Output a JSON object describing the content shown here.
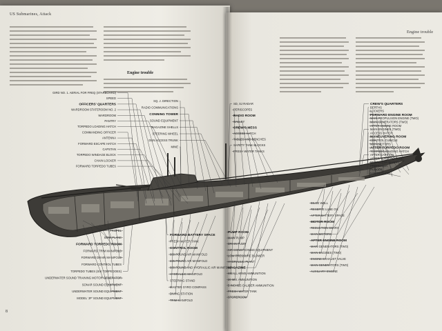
{
  "left_page": {
    "running_head": "US Submarines, Attack",
    "heading": "Engine trouble",
    "page_number": "8"
  },
  "right_page": {
    "running_head": "Engine trouble"
  },
  "diagram": {
    "top_left_labels": [
      {
        "id": "hull-frame",
        "text": "GIRD NO. 1. AERIAL FOR FREQ (STARBOARD)",
        "bold": false
      },
      {
        "id": "fairwater",
        "text": "SPEED",
        "bold": false
      },
      {
        "id": "officers",
        "text": "OFFICERS' QUARTERS",
        "bold": true
      },
      {
        "id": "wardroom-stateroom",
        "text": "WARDROOM STATEROOM NO. 2",
        "bold": false
      },
      {
        "id": "wardroom",
        "text": "WARDROOM",
        "bold": false
      },
      {
        "id": "pantry",
        "text": "PANTRY",
        "bold": false
      },
      {
        "id": "torpedo-loading",
        "text": "TORPEDO LOADING HATCH",
        "bold": false
      },
      {
        "id": "commanding-officer",
        "text": "COMMANDING OFFICER",
        "bold": false
      },
      {
        "id": "antenna",
        "text": "ANTENNA",
        "bold": false
      },
      {
        "id": "fwd-escape",
        "text": "FORWARD ESCAPE HATCH",
        "bold": false
      },
      {
        "id": "capstan",
        "text": "CAPSTAN",
        "bold": false
      },
      {
        "id": "torpedo-racks",
        "text": "TORPEDO WINDAGE BLOCK",
        "bold": false
      },
      {
        "id": "chain-locker",
        "text": "CHAIN LOCKER",
        "bold": false
      },
      {
        "id": "forward-guns",
        "text": "FORWARD TORPEDO TUBES",
        "bold": false
      }
    ],
    "top_mid_labels": [
      {
        "id": "radio-direction",
        "text": "SQ. J. DIRECTION",
        "bold": false
      },
      {
        "id": "radio-comms",
        "text": "RADIO COMMUNICATIONS",
        "bold": false
      },
      {
        "id": "conning-tower",
        "text": "CONNING TOWER",
        "bold": true
      },
      {
        "id": "sound-equip",
        "text": "SOUND EQUIPMENT",
        "bold": false
      },
      {
        "id": "magazine-shells",
        "text": "MAGAZINE SHELLS",
        "bold": false
      },
      {
        "id": "steering-wheel",
        "text": "STEERING WHEEL",
        "bold": false
      },
      {
        "id": "gun-access",
        "text": "GUN ACCESS TRUNK",
        "bold": false
      },
      {
        "id": "mine",
        "text": "MINE",
        "bold": false
      }
    ],
    "top_center_labels": [
      {
        "id": "sd-radar",
        "text": "SD, SJ RADAR",
        "bold": false
      },
      {
        "id": "periscopes",
        "text": "PERISCOPES",
        "bold": false
      },
      {
        "id": "radio-room",
        "text": "RADIO ROOM",
        "bold": true
      },
      {
        "id": "galley",
        "text": "GALLEY",
        "bold": false
      },
      {
        "id": "crews-mess",
        "text": "CREW'S MESS",
        "bold": true
      },
      {
        "id": "access-hatch",
        "text": "ACCESS HATCH",
        "bold": false
      },
      {
        "id": "tables-benches",
        "text": "TABLES AND BENCHES",
        "bold": false
      },
      {
        "id": "safety-tank",
        "text": "SAFETY TANK BLOCKS",
        "bold": false
      },
      {
        "id": "fresh-water",
        "text": "FRESH WATER TANKS",
        "bold": false
      }
    ],
    "top_right_labels": [
      {
        "id": "crew-quarters",
        "text": "CREW'S QUARTERS",
        "bold": true
      },
      {
        "id": "berths",
        "text": "BERTHS",
        "bold": false
      },
      {
        "id": "lockers",
        "text": "LOCKERS",
        "bold": false
      },
      {
        "id": "forward-engine",
        "text": "FORWARD ENGINE ROOM",
        "bold": true
      },
      {
        "id": "main-prop",
        "text": "MAIN PROPULSION ENGINE (TWO)",
        "bold": false
      },
      {
        "id": "main-gen",
        "text": "MAIN GENERATORS (TWO)",
        "bold": false
      },
      {
        "id": "after-engine",
        "text": "AFTER ENGINE ROOM",
        "bold": false
      },
      {
        "id": "main-engines",
        "text": "MAIN ENGINES (TWO)",
        "bold": false
      },
      {
        "id": "access-hatch-2",
        "text": "ACCESS HATCH",
        "bold": false
      },
      {
        "id": "maneuvering",
        "text": "MANEUVERING ROOM",
        "bold": true
      },
      {
        "id": "control-cubicle",
        "text": "CONTROL CUBICLE",
        "bold": false
      },
      {
        "id": "main-motors",
        "text": "MAIN MOTORS",
        "bold": false
      },
      {
        "id": "after-torpedo",
        "text": "AFTER TORPEDO ROOM",
        "bold": true
      },
      {
        "id": "torpedo-loading-2",
        "text": "TORPEDO LOADING HATCH",
        "bold": false
      },
      {
        "id": "after-capstan",
        "text": "AFTER CAPSTAN",
        "bold": false
      },
      {
        "id": "after-torpedo-tube",
        "text": "AFTER TORPEDO TUBE",
        "bold": false
      },
      {
        "id": "propeller-shaft",
        "text": "PROPELLER SHAFT",
        "bold": false
      },
      {
        "id": "propeller",
        "text": "PROPELLER",
        "bold": false
      },
      {
        "id": "rudder",
        "text": "RUDDER",
        "bold": false
      },
      {
        "id": "stern-plane",
        "text": "STERN PLANE",
        "bold": false
      }
    ],
    "bottom_left_labels": [
      {
        "id": "propel",
        "text": "PROPEL",
        "bold": false
      },
      {
        "id": "bow-plane",
        "text": "BOW PLANE",
        "bold": false
      },
      {
        "id": "fwd-torpedo-room",
        "text": "FORWARD TORPEDO ROOM",
        "bold": true
      },
      {
        "id": "fwd-trim",
        "text": "FORWARD TRIM MANIFOLD",
        "bold": false
      },
      {
        "id": "fwd-ballast",
        "text": "FORWARD DRAIN MANIFOLD",
        "bold": false
      },
      {
        "id": "fwd-control",
        "text": "FORWARD CONTROL TUBES",
        "bold": false
      },
      {
        "id": "torpedo-tubes-6",
        "text": "TORPEDO TUBES (SIX TORPEDOES)",
        "bold": false
      },
      {
        "id": "underwater-sound",
        "text": "UNDERWATER SOUND TRAINING MOTOR GENERATOR",
        "bold": false
      },
      {
        "id": "sonar-equip",
        "text": "SONAR SOUND EQUIPMENT",
        "bold": false
      },
      {
        "id": "underwater-sound-2",
        "text": "UNDERWATER SOUND EQUIPMENT",
        "bold": false
      },
      {
        "id": "model-sound",
        "text": "MODEL 'JP' SOUND EQUIPMENT",
        "bold": false
      }
    ],
    "bottom_mid_labels": [
      {
        "id": "fwd-battery",
        "text": "FORWARD BATTERY SPACE",
        "bold": true
      },
      {
        "id": "fresh-water-tank",
        "text": "FRESH WATER TANK",
        "bold": false
      },
      {
        "id": "control-room",
        "text": "CONTROL ROOM",
        "bold": true
      },
      {
        "id": "air-manifold-600",
        "text": "600-POUND AIR MANIFOLD",
        "bold": false
      },
      {
        "id": "air-manifold-225",
        "text": "225-POUND AIR MANIFOLD",
        "bold": false
      },
      {
        "id": "air-manifold-600-2",
        "text": "600-POUND AND HYDRAULIC AIR MANIFOLD",
        "bold": false
      },
      {
        "id": "hydraulic-manifold",
        "text": "HYDRAULIC MANIFOLD",
        "bold": false
      },
      {
        "id": "steering-stand",
        "text": "STEERING STAND",
        "bold": false
      },
      {
        "id": "master-gyro",
        "text": "MASTER GYRO COMPASS",
        "bold": false
      },
      {
        "id": "diving-station",
        "text": "DIVING STATION",
        "bold": false
      },
      {
        "id": "trim-manifold",
        "text": "TRIM MANIFOLD",
        "bold": false
      }
    ],
    "bottom_center_labels": [
      {
        "id": "pump-room",
        "text": "PUMP ROOM",
        "bold": true
      },
      {
        "id": "main-pump",
        "text": "MAIN PUMP",
        "bold": false
      },
      {
        "id": "drain-pump",
        "text": "DRAIN PUMP",
        "bold": false
      },
      {
        "id": "air-conditioning",
        "text": "AIR CONDITIONING EQUIPMENT",
        "bold": false
      },
      {
        "id": "low-pressure-blower",
        "text": "LOW PRESSURE BLOWER",
        "bold": false
      },
      {
        "id": "hydraulic-plant",
        "text": "HYDRAULIC PLANT",
        "bold": false
      },
      {
        "id": "magazine",
        "text": "MAGAZINE",
        "bold": true
      },
      {
        "id": "small-arms",
        "text": "SMALL ARMS AMMUNITION",
        "bold": false
      },
      {
        "id": "ammo-20mm",
        "text": "20 MM. AMMUNITION",
        "bold": false
      },
      {
        "id": "ammo-5inch",
        "text": "5 INCH/25 CALIBER AMMUNITION",
        "bold": false
      },
      {
        "id": "fresh-water-tank-2",
        "text": "FRESH WATER TANK",
        "bold": false
      },
      {
        "id": "storeroom",
        "text": "STOREROOM",
        "bold": false
      }
    ],
    "bottom_right_labels": [
      {
        "id": "bilge-well",
        "text": "BILGE WELL",
        "bold": false
      },
      {
        "id": "reserve-lube",
        "text": "RESERVE LUBE OIL",
        "bold": false
      },
      {
        "id": "after-battery",
        "text": "AFTER BATTERY SPACE",
        "bold": false
      },
      {
        "id": "motor-room",
        "text": "MOTOR ROOM",
        "bold": true
      },
      {
        "id": "reduction-gears",
        "text": "REDUCTION GEARS",
        "bold": false
      },
      {
        "id": "main-motors-2",
        "text": "MAIN MOTORS",
        "bold": false
      },
      {
        "id": "after-engine-room",
        "text": "AFTER ENGINE ROOM",
        "bold": true
      },
      {
        "id": "main-generators",
        "text": "MAIN GENERATORS (TWO)",
        "bold": false
      },
      {
        "id": "main-engines-2",
        "text": "MAIN ENGINES (TWO)",
        "bold": false
      },
      {
        "id": "engine-exhaust",
        "text": "ENGINE EXHAUST VALVE",
        "bold": false
      },
      {
        "id": "main-gen-2",
        "text": "MAIN GENERATORS (TWO)",
        "bold": false
      },
      {
        "id": "auxiliary-engine",
        "text": "AUXILIARY ENGINE",
        "bold": false
      }
    ]
  },
  "colors": {
    "paper": "#ecebe4",
    "ink": "#222222",
    "hull_dark": "#3a3936",
    "background": "#6f6c66"
  }
}
